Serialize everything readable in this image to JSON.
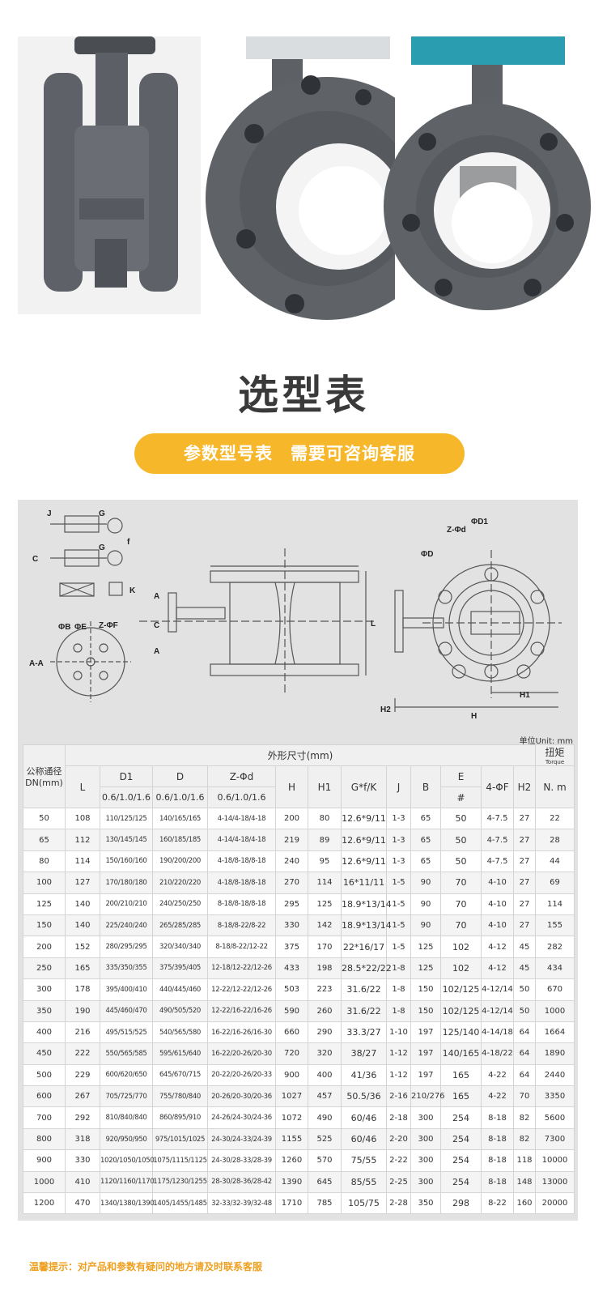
{
  "title": "选型表",
  "banner": "参数型号表　需要可咨询客服",
  "unit": "单位Unit: mm",
  "notice": "温馨提示：对产品和参数有疑问的地方请及时联系客服",
  "drawing_labels": {
    "j": "J",
    "g": "G",
    "c": "C",
    "f": "f",
    "k": "K",
    "aa": "A-A",
    "phib": "ΦB",
    "phie": "ΦE",
    "zphif": "Z-ΦF",
    "a": "A",
    "l": "L",
    "phid": "ΦD",
    "zphid": "Z-Φd",
    "phid1": "ΦD1",
    "h": "H",
    "h1": "H1",
    "h2": "H2"
  },
  "table": {
    "col_dn": "公称通径\nDN(mm)",
    "col_group": "外形尺寸(mm)",
    "col_torque": "扭矩",
    "col_torque_en": "Torque",
    "headers": [
      "L",
      "D1",
      "D",
      "Z-Φd",
      "H",
      "H1",
      "G*f/K",
      "J",
      "B",
      "E",
      "4-ΦF",
      "H2",
      "N. m"
    ],
    "sub": {
      "d1": "0.6/1.0/1.6",
      "d": "0.6/1.0/1.6",
      "zd": "0.6/1.0/1.6",
      "e": "#"
    },
    "rows": [
      [
        "50",
        "108",
        "110/125/125",
        "140/165/165",
        "4-14/4-18/4-18",
        "200",
        "80",
        "12.6*9/11",
        "1-3",
        "65",
        "50",
        "4-7.5",
        "27",
        "22"
      ],
      [
        "65",
        "112",
        "130/145/145",
        "160/185/185",
        "4-14/4-18/4-18",
        "219",
        "89",
        "12.6*9/11",
        "1-3",
        "65",
        "50",
        "4-7.5",
        "27",
        "28"
      ],
      [
        "80",
        "114",
        "150/160/160",
        "190/200/200",
        "4-18/8-18/8-18",
        "240",
        "95",
        "12.6*9/11",
        "1-3",
        "65",
        "50",
        "4-7.5",
        "27",
        "44"
      ],
      [
        "100",
        "127",
        "170/180/180",
        "210/220/220",
        "4-18/8-18/8-18",
        "270",
        "114",
        "16*11/11",
        "1-5",
        "90",
        "70",
        "4-10",
        "27",
        "69"
      ],
      [
        "125",
        "140",
        "200/210/210",
        "240/250/250",
        "8-18/8-18/8-18",
        "295",
        "125",
        "18.9*13/14",
        "1-5",
        "90",
        "70",
        "4-10",
        "27",
        "114"
      ],
      [
        "150",
        "140",
        "225/240/240",
        "265/285/285",
        "8-18/8-22/8-22",
        "330",
        "142",
        "18.9*13/14",
        "1-5",
        "90",
        "70",
        "4-10",
        "27",
        "155"
      ],
      [
        "200",
        "152",
        "280/295/295",
        "320/340/340",
        "8-18/8-22/12-22",
        "375",
        "170",
        "22*16/17",
        "1-5",
        "125",
        "102",
        "4-12",
        "45",
        "282"
      ],
      [
        "250",
        "165",
        "335/350/355",
        "375/395/405",
        "12-18/12-22/12-26",
        "433",
        "198",
        "28.5*22/22",
        "1-8",
        "125",
        "102",
        "4-12",
        "45",
        "434"
      ],
      [
        "300",
        "178",
        "395/400/410",
        "440/445/460",
        "12-22/12-22/12-26",
        "503",
        "223",
        "31.6/22",
        "1-8",
        "150",
        "102/125",
        "4-12/14",
        "50",
        "670"
      ],
      [
        "350",
        "190",
        "445/460/470",
        "490/505/520",
        "12-22/16-22/16-26",
        "590",
        "260",
        "31.6/22",
        "1-8",
        "150",
        "102/125",
        "4-12/14",
        "50",
        "1000"
      ],
      [
        "400",
        "216",
        "495/515/525",
        "540/565/580",
        "16-22/16-26/16-30",
        "660",
        "290",
        "33.3/27",
        "1-10",
        "197",
        "125/140",
        "4-14/18",
        "64",
        "1664"
      ],
      [
        "450",
        "222",
        "550/565/585",
        "595/615/640",
        "16-22/20-26/20-30",
        "720",
        "320",
        "38/27",
        "1-12",
        "197",
        "140/165",
        "4-18/22",
        "64",
        "1890"
      ],
      [
        "500",
        "229",
        "600/620/650",
        "645/670/715",
        "20-22/20-26/20-33",
        "900",
        "400",
        "41/36",
        "1-12",
        "197",
        "165",
        "4-22",
        "64",
        "2440"
      ],
      [
        "600",
        "267",
        "705/725/770",
        "755/780/840",
        "20-26/20-30/20-36",
        "1027",
        "457",
        "50.5/36",
        "2-16",
        "210/276",
        "165",
        "4-22",
        "70",
        "3350"
      ],
      [
        "700",
        "292",
        "810/840/840",
        "860/895/910",
        "24-26/24-30/24-36",
        "1072",
        "490",
        "60/46",
        "2-18",
        "300",
        "254",
        "8-18",
        "82",
        "5600"
      ],
      [
        "800",
        "318",
        "920/950/950",
        "975/1015/1025",
        "24-30/24-33/24-39",
        "1155",
        "525",
        "60/46",
        "2-20",
        "300",
        "254",
        "8-18",
        "82",
        "7300"
      ],
      [
        "900",
        "330",
        "1020/1050/1050",
        "1075/1115/1125",
        "24-30/28-33/28-39",
        "1260",
        "570",
        "75/55",
        "2-22",
        "300",
        "254",
        "8-18",
        "118",
        "10000"
      ],
      [
        "1000",
        "410",
        "1120/1160/1170",
        "1175/1230/1255",
        "28-30/28-36/28-42",
        "1390",
        "645",
        "85/55",
        "2-25",
        "300",
        "254",
        "8-18",
        "148",
        "13000"
      ],
      [
        "1200",
        "470",
        "1340/1380/1390",
        "1405/1455/1485",
        "32-33/32-39/32-48",
        "1710",
        "785",
        "105/75",
        "2-28",
        "350",
        "298",
        "8-22",
        "160",
        "20000"
      ]
    ]
  },
  "colors": {
    "accent": "#f6b72a",
    "panel": "#e2e2e2",
    "notice": "#f0a020"
  }
}
